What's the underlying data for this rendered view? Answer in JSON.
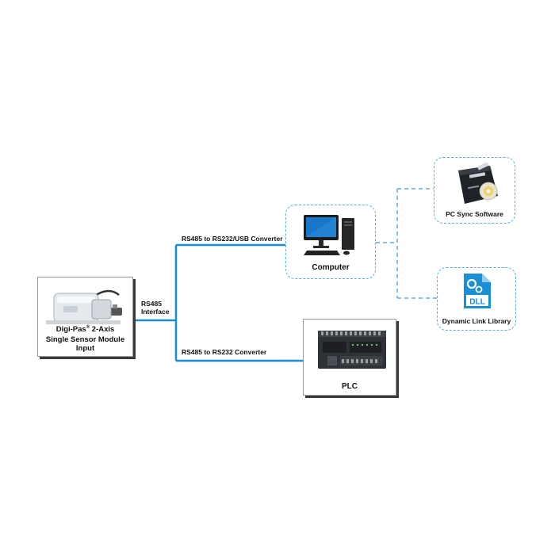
{
  "sensor": {
    "brand_label": "Digi-Pas",
    "registered_mark": "®",
    "title_rest": " 2-Axis",
    "subtitle": "Single Sensor Module Input"
  },
  "interface": {
    "line1": "RS485",
    "line2": "Interface"
  },
  "connections": {
    "usb": "RS485 to RS232/USB Converter",
    "plc": "RS485 to RS232 Converter"
  },
  "computer": {
    "label": "Computer"
  },
  "plc": {
    "label": "PLC"
  },
  "pc_sync": {
    "label": "PC Sync Software"
  },
  "dll": {
    "label": "Dynamic Link Library",
    "icon_text": "DLL"
  },
  "colors": {
    "connector": "#1a8fd6",
    "dashed": "#5aaee0",
    "shadow": "#3a3a3a"
  }
}
